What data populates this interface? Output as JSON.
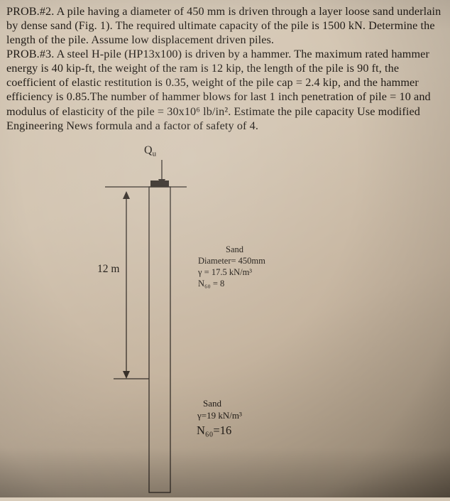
{
  "colors": {
    "paper": "#d3c5b2",
    "ink": "#211c17"
  },
  "document": {
    "problem2": "PROB.#2. A pile having a diameter of 450 mm is driven through a  layer loose sand underlain by dense sand (Fig. 1). The required ultimate capacity of the pile is 1500 kN. Determine the length of the pile. Assume low displacement driven piles.",
    "problem3": "PROB.#3. A steel H-pile (HP13x100) is driven by a hammer. The maximum rated hammer energy is 40 kip-ft, the weight of the  ram is 12 kip,  the length of the pile is 90 ft, the coefficient of elastic restitution is 0.35, weight of the pile cap = 2.4 kip, and the hammer efficiency is 0.85.The number of hammer blows for last 1 inch penetration of pile = 10 and modulus of elasticity of the pile = 30x10⁶ lb/in².  Estimate the pile capacity Use modified Engineering News formula and a factor of safety of 4."
  },
  "figure": {
    "load_label_main": "Q",
    "load_label_sub": "u",
    "depth_label": "12 m",
    "upper_layer": {
      "name": "Sand",
      "line1": "Diameter= 450mm",
      "line2": "γ = 17.5 kN/m³",
      "line3": "N₆₀ = 8"
    },
    "lower_layer": {
      "name": "Sand",
      "line1": "γ=19 kN/m³",
      "line2": "N₆₀=16"
    }
  }
}
